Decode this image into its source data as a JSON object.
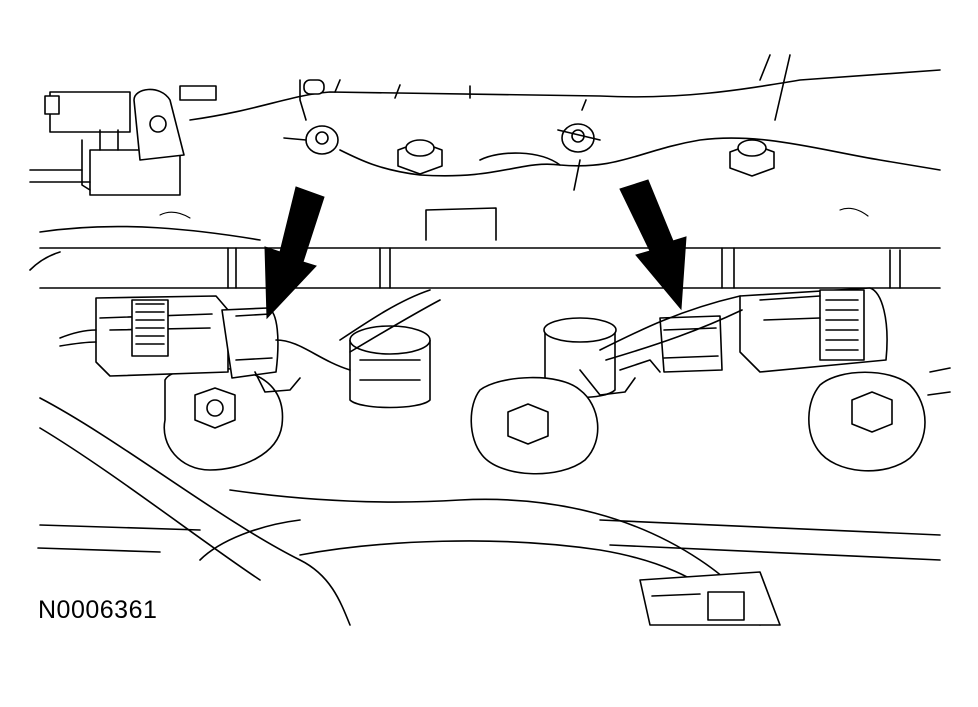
{
  "figure": {
    "id_label": "N0006361",
    "ink_color": "#000000",
    "background": "#ffffff"
  },
  "callouts": [
    {
      "name": "left-injector-connector-arrow",
      "icon": "down-arrow-icon"
    },
    {
      "name": "right-injector-connector-arrow",
      "icon": "down-arrow-icon"
    }
  ]
}
